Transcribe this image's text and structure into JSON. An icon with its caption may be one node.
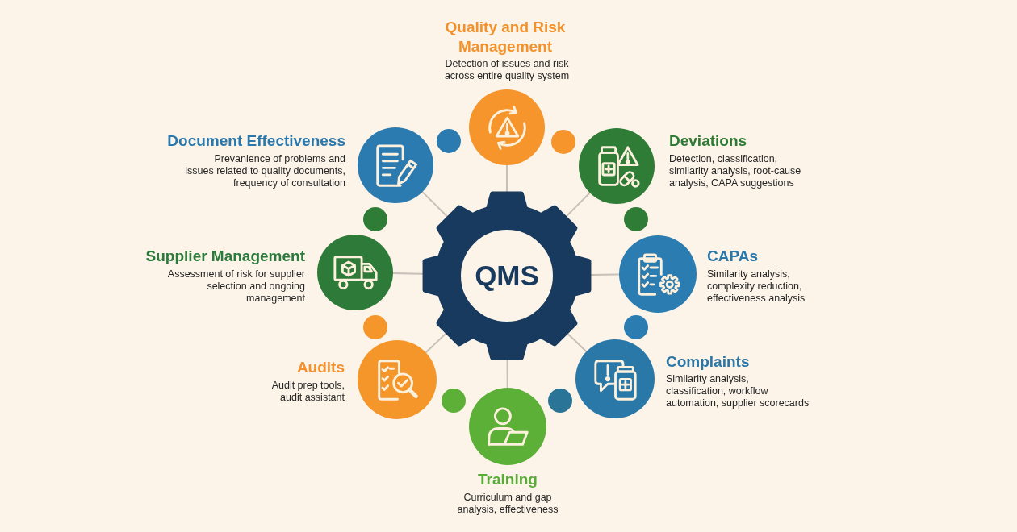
{
  "diagram": {
    "nodes": [
      {
        "text": [
          "QMS"
        ]
      },
      {
        "text": [
          "Quality and Risk Management",
          "Detection of issues and risk across entire quality system"
        ]
      },
      {
        "text": [
          "Deviations",
          "Detection, classification, similarity analysis, root-cause analysis, CAPA suggestions"
        ]
      },
      {
        "text": [
          "CAPAs",
          "Similarity analysis, complexity reduction, effectiveness analysis"
        ]
      },
      {
        "text": [
          "Complaints",
          "Similarity analysis, classification, workflow automation, supplier scorecards"
        ]
      },
      {
        "text": [
          "Training",
          "Curriculum and gap analysis, effectiveness"
        ]
      },
      {
        "text": [
          "Audits",
          "Audit prep tools, audit assistant"
        ]
      },
      {
        "text": [
          "Supplier Management",
          "Assessment of risk for supplier selection and ongoing management"
        ]
      },
      {
        "text": [
          "Document Effectiveness",
          "Prevanlence of problems and issues related to quality documents, frequency of consultation"
        ]
      }
    ],
    "edges": [
      {
        "from": 0,
        "to": 1,
        "arrow": "none"
      },
      {
        "from": 0,
        "to": 2,
        "arrow": "none"
      },
      {
        "from": 0,
        "to": 3,
        "arrow": "none"
      },
      {
        "from": 0,
        "to": 4,
        "arrow": "none"
      },
      {
        "from": 0,
        "to": 5,
        "arrow": "none"
      },
      {
        "from": 0,
        "to": 6,
        "arrow": "none"
      },
      {
        "from": 0,
        "to": 7,
        "arrow": "none"
      },
      {
        "from": 0,
        "to": 8,
        "arrow": "none"
      }
    ]
  }
}
